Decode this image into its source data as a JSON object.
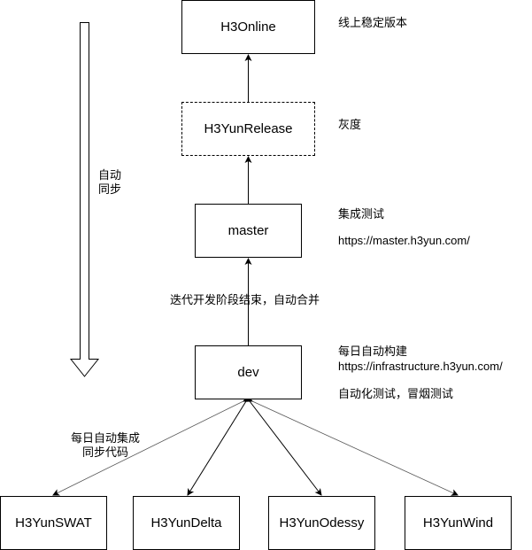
{
  "nodes": {
    "h3online": {
      "label": "H3Online",
      "style": "solid"
    },
    "release": {
      "label": "H3YunRelease",
      "style": "dashed"
    },
    "master": {
      "label": "master",
      "style": "solid"
    },
    "dev": {
      "label": "dev",
      "style": "solid"
    },
    "swat": {
      "label": "H3YunSWAT",
      "style": "solid"
    },
    "delta": {
      "label": "H3YunDelta",
      "style": "solid"
    },
    "odessy": {
      "label": "H3YunOdessy",
      "style": "solid"
    },
    "wind": {
      "label": "H3YunWind",
      "style": "solid"
    }
  },
  "notes": {
    "h3online": "线上稳定版本",
    "release": "灰度",
    "master_title": "集成测试",
    "master_url": "https://master.h3yun.com/",
    "merge_edge": "迭代开发阶段结束，自动合并",
    "dev_title": "每日自动构建",
    "dev_url": "https://infrastructure.h3yun.com/",
    "dev_tests": "自动化测试，冒烟测试",
    "sync_line1": "每日自动集成",
    "sync_line2": "同步代码",
    "auto_sync_line1": "自动",
    "auto_sync_line2": "同步"
  },
  "edges": [
    {
      "from": "release",
      "to": "h3online",
      "type": "arrow"
    },
    {
      "from": "master",
      "to": "release",
      "type": "arrow"
    },
    {
      "from": "dev",
      "to": "master",
      "type": "arrow"
    },
    {
      "from": "swat",
      "to": "dev",
      "type": "bidirectional"
    },
    {
      "from": "delta",
      "to": "dev",
      "type": "bidirectional"
    },
    {
      "from": "odessy",
      "to": "dev",
      "type": "bidirectional"
    },
    {
      "from": "wind",
      "to": "dev",
      "type": "bidirectional"
    }
  ],
  "colors": {
    "stroke": "#000000",
    "thin_stroke": "#555555",
    "background": "#ffffff"
  }
}
